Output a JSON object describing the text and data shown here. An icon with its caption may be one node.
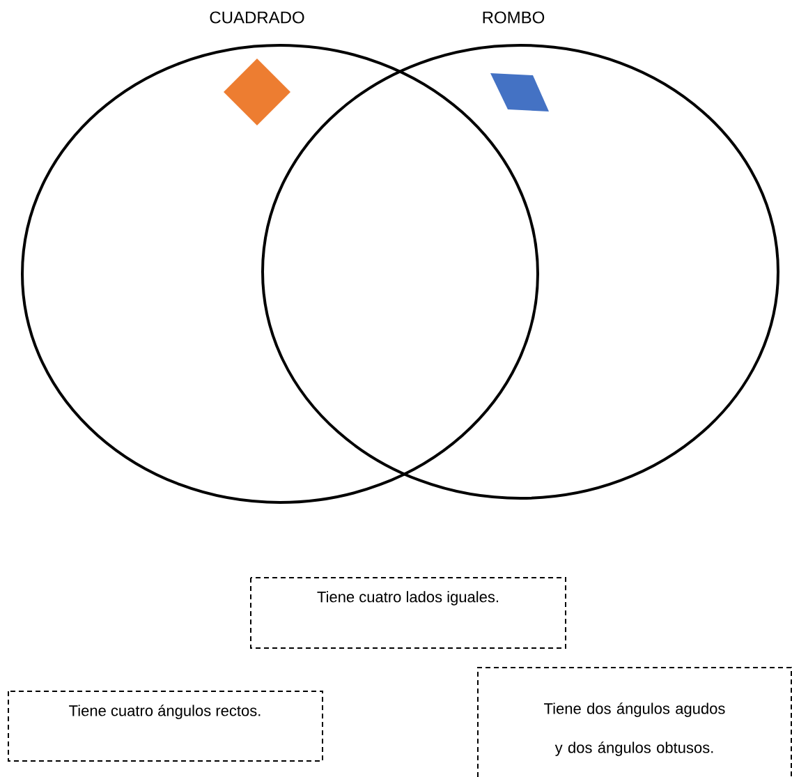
{
  "diagram": {
    "nodes": [
      {
        "text": [
          "CUADRADO"
        ]
      },
      {
        "text": [
          "ROMBO"
        ]
      },
      {
        "text": [
          "Tiene cuatro lados iguales."
        ]
      },
      {
        "text": [
          "Tiene cuatro ángulos rectos."
        ]
      },
      {
        "text": [
          "Tiene dos ángulos agudos y dos ángulos obtusos."
        ]
      }
    ]
  }
}
